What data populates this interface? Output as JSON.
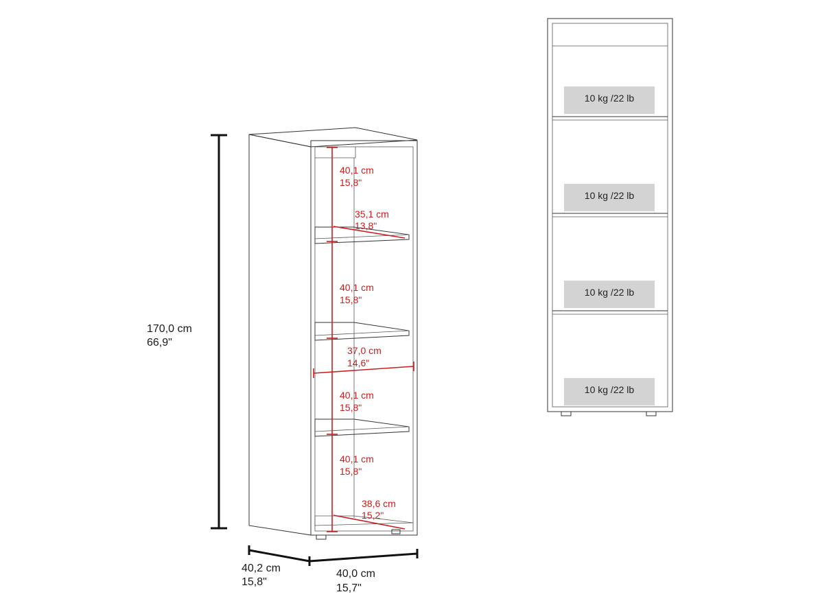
{
  "overall": {
    "height": {
      "cm": "170,0 cm",
      "in": "66,9\""
    },
    "depth": {
      "cm": "40,2 cm",
      "in": "15,8\""
    },
    "width": {
      "cm": "40,0 cm",
      "in": "15,7\""
    }
  },
  "interior": {
    "compartment_heights": [
      {
        "cm": "40,1 cm",
        "in": "15,8\""
      },
      {
        "cm": "40,1 cm",
        "in": "15,8\""
      },
      {
        "cm": "40,1 cm",
        "in": "15,8\""
      },
      {
        "cm": "40,1 cm",
        "in": "15,8\""
      }
    ],
    "shelf_depth_top": {
      "cm": "35,1 cm",
      "in": "13,8\""
    },
    "inner_width": {
      "cm": "37,0 cm",
      "in": "14,6\""
    },
    "shelf_depth_bottom": {
      "cm": "38,6 cm",
      "in": "15,2\""
    }
  },
  "load_labels": [
    "10 kg /22 lb",
    "10 kg /22 lb",
    "10 kg /22 lb",
    "10 kg /22 lb"
  ],
  "colors": {
    "dimension_red": "#c81e1e",
    "outline": "#333333",
    "load_box": "#d3d3d3"
  }
}
